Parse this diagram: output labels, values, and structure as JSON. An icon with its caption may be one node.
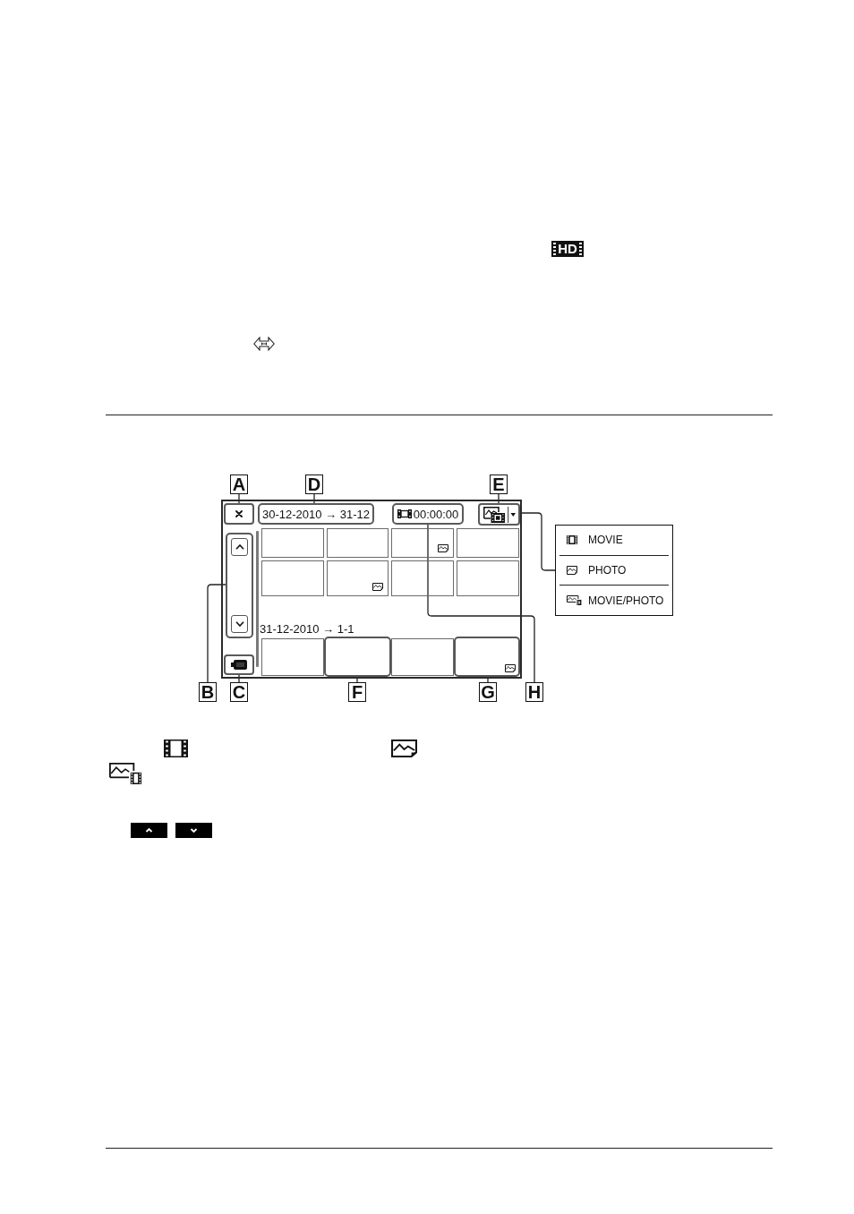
{
  "diagram": {
    "nodes": [
      {
        "text": [
          "A"
        ]
      },
      {
        "text": [
          "D"
        ]
      },
      {
        "text": [
          "E"
        ]
      },
      {
        "text": [],
        "shape": "box"
      },
      {
        "text": [],
        "shape": "box",
        "in": 3
      },
      {
        "text": [
          "30-12-2010 → 31-12"
        ],
        "in": 3
      },
      {
        "text": [
          "00:00:00"
        ],
        "in": 3
      },
      {
        "text": [],
        "shape": "box",
        "in": 3
      },
      {
        "text": [],
        "shape": "box",
        "in": 3
      },
      {
        "text": [],
        "shape": "box",
        "in": 3
      },
      {
        "text": [],
        "shape": "box",
        "in": 3
      },
      {
        "text": [],
        "shape": "box",
        "in": 3
      },
      {
        "text": [],
        "shape": "box",
        "in": 3
      },
      {
        "text": [],
        "shape": "box",
        "in": 3
      },
      {
        "text": [],
        "shape": "box",
        "in": 3
      },
      {
        "text": [],
        "shape": "box",
        "in": 3
      },
      {
        "text": [],
        "shape": "box",
        "in": 3
      },
      {
        "text": [],
        "shape": "box",
        "in": 3
      },
      {
        "text": [],
        "shape": "box",
        "in": 3
      },
      {
        "text": [],
        "shape": "box",
        "in": 3
      },
      {
        "text": [],
        "shape": "box",
        "in": 3
      },
      {
        "text": [],
        "shape": "box",
        "in": 3
      },
      {
        "text": [
          "MOVIE",
          "PHOTO",
          "MOVIE/PHOTO"
        ]
      },
      {
        "text": [
          "B"
        ]
      },
      {
        "text": [
          "C"
        ]
      },
      {
        "text": [
          "F"
        ]
      },
      {
        "text": [
          "G"
        ]
      },
      {
        "text": [
          "H"
        ]
      }
    ],
    "edges": [
      {
        "from": 0,
        "to": 4,
        "arrow": "none"
      },
      {
        "from": 1,
        "to": 5,
        "arrow": "none"
      },
      {
        "from": 2,
        "to": 7,
        "arrow": "none"
      },
      {
        "from": 7,
        "to": 22,
        "arrow": "none"
      },
      {
        "from": 23,
        "to": 8,
        "arrow": "none"
      },
      {
        "from": 24,
        "to": 17,
        "arrow": "none"
      },
      {
        "from": 25,
        "to": 19,
        "arrow": "none"
      },
      {
        "from": 26,
        "to": 21,
        "arrow": "none"
      },
      {
        "from": 27,
        "to": 6,
        "arrow": "none"
      }
    ],
    "labels": [
      "HD",
      "31-12-2010 → 1-1"
    ]
  }
}
